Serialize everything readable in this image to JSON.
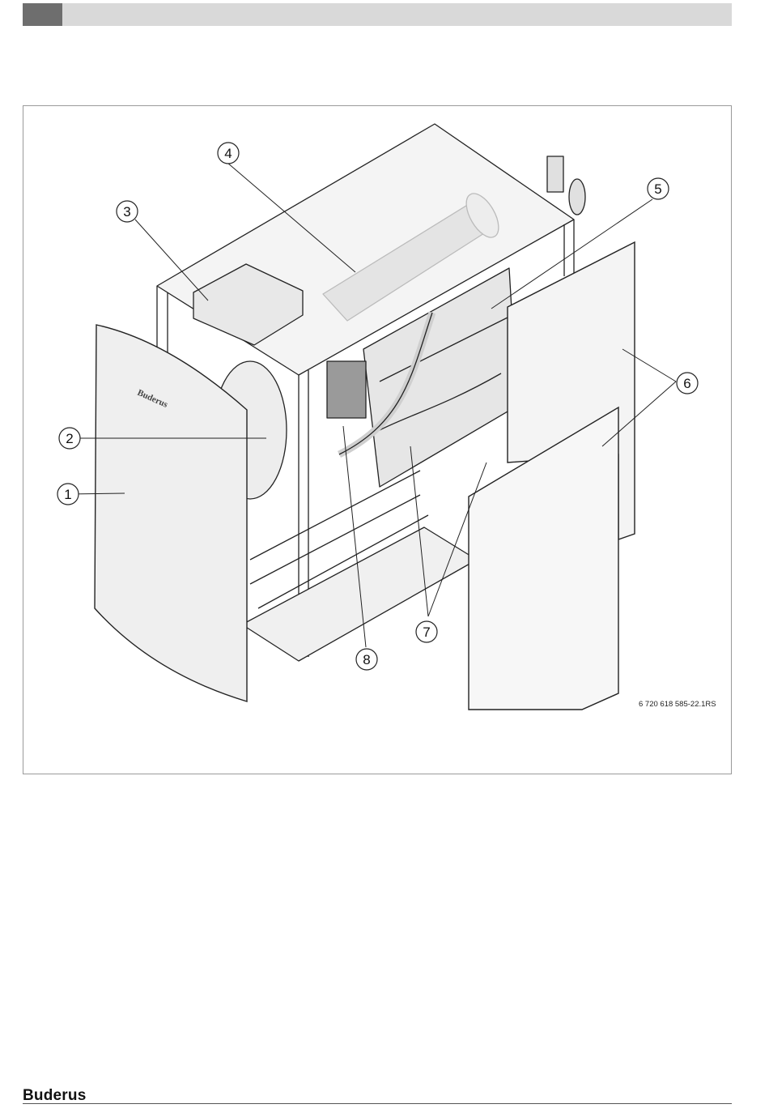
{
  "figure": {
    "reference_code": "6 720 618 585-22.1RS",
    "panel_brand_text": "Buderus",
    "callouts": [
      {
        "number": "1"
      },
      {
        "number": "2"
      },
      {
        "number": "3"
      },
      {
        "number": "4"
      },
      {
        "number": "5"
      },
      {
        "number": "6"
      },
      {
        "number": "7"
      },
      {
        "number": "8"
      }
    ]
  },
  "footer": {
    "brand": "Buderus"
  },
  "colors": {
    "header_bar": "#d9d9d9",
    "header_tab": "#6e6e6e",
    "panel_fill": "#ececec",
    "line": "#222222"
  }
}
